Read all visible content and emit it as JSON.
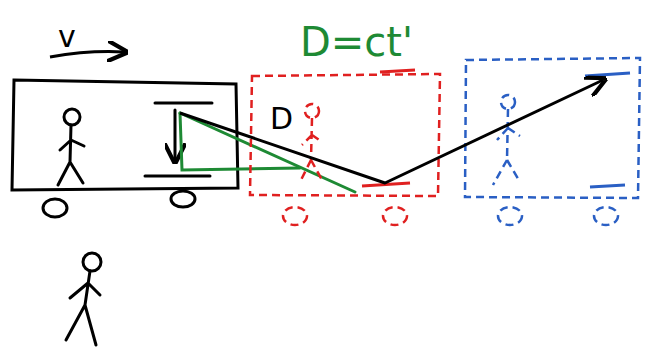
{
  "diagram": {
    "labels": [
      "v",
      "D=ct'",
      "D"
    ]
  }
}
